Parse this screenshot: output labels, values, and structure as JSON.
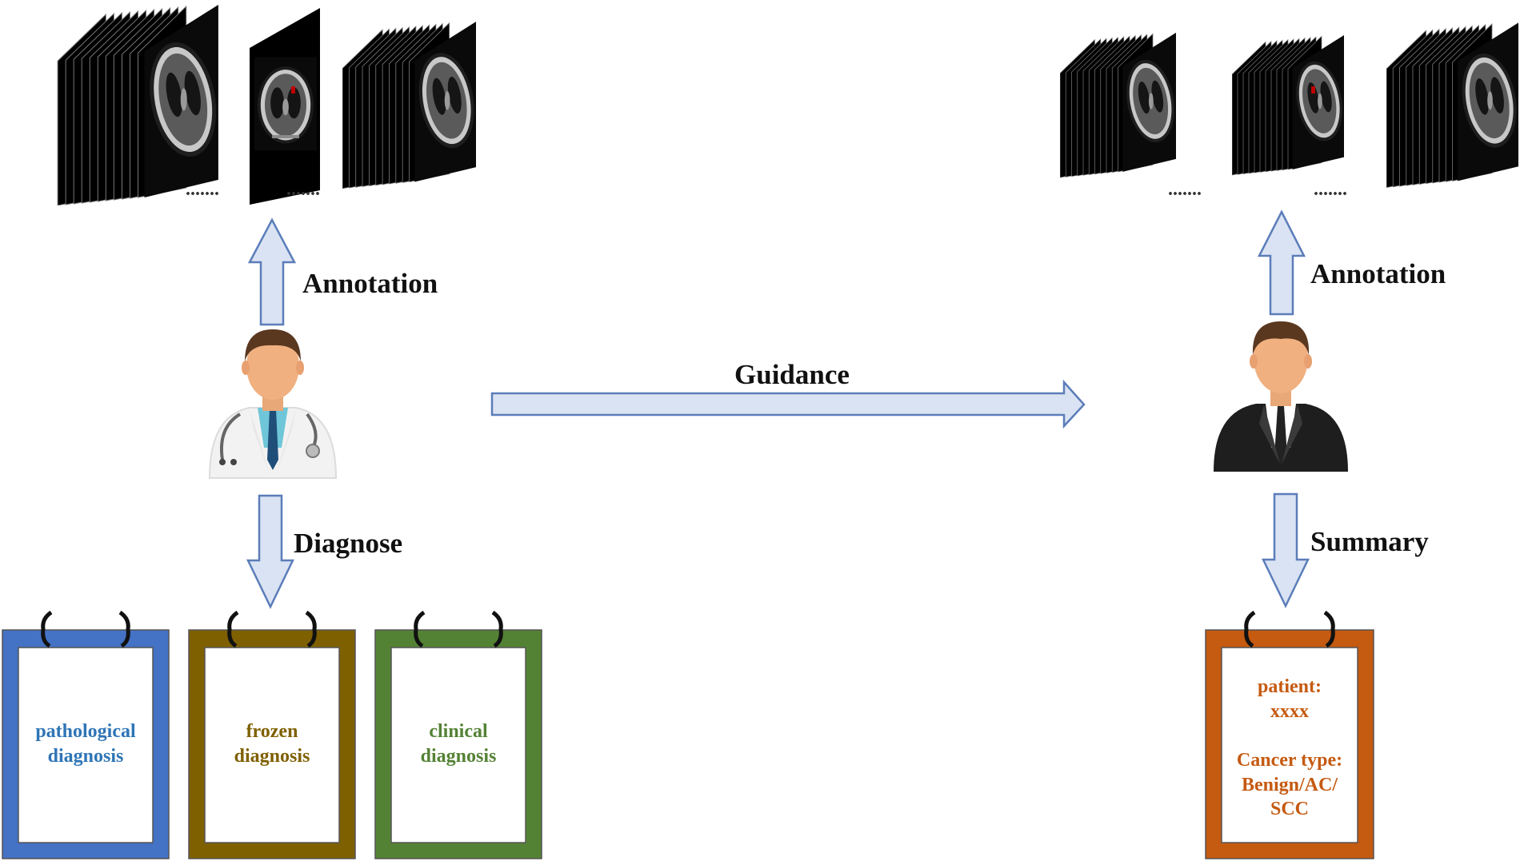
{
  "labels": {
    "annotation_left": "Annotation",
    "diagnose": "Diagnose",
    "guidance": "Guidance",
    "annotation_right": "Annotation",
    "summary": "Summary",
    "ellipsis": "......."
  },
  "cards": [
    {
      "lines": [
        "pathological",
        "diagnosis"
      ],
      "frame_color": "#4472C4",
      "text_color": "#2E75B6"
    },
    {
      "lines": [
        "frozen",
        "diagnosis"
      ],
      "frame_color": "#7F6000",
      "text_color": "#7F6000"
    },
    {
      "lines": [
        "clinical",
        "diagnosis"
      ],
      "frame_color": "#548235",
      "text_color": "#548235"
    },
    {
      "lines": [
        "patient:",
        "xxxx",
        "Cancer type:",
        "Benign/AC/",
        "SCC"
      ],
      "frame_color": "#C55A11",
      "text_color": "#C55A11"
    }
  ],
  "icons": {
    "doctor": "doctor-icon",
    "businessman": "businessman-icon",
    "ct_stack": "ct-scan-stack-icon"
  },
  "colors": {
    "arrow_fill": "#DAE3F3",
    "arrow_stroke": "#5B7DB9",
    "text": "#111111"
  }
}
